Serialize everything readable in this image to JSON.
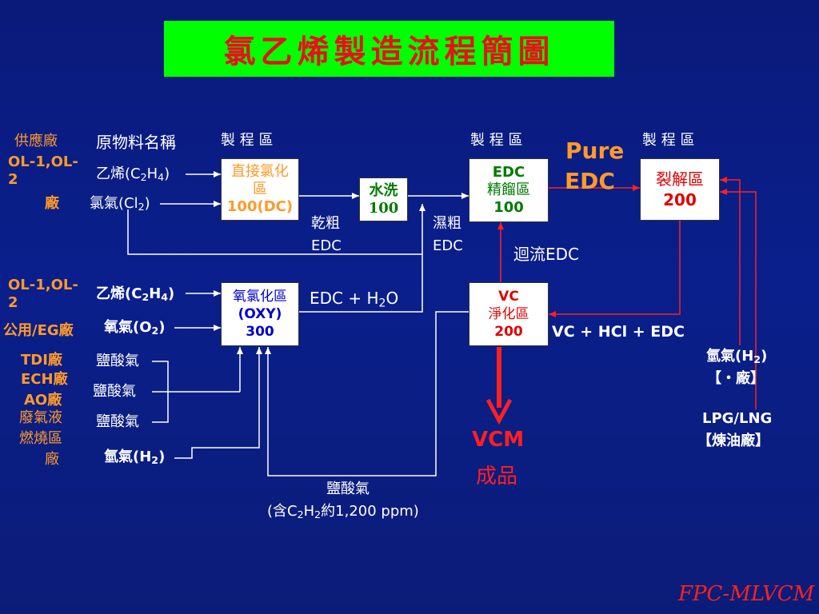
{
  "title": "氯乙烯製造流程簡圖",
  "headers": {
    "supplier": "供應廠",
    "raw_material_name": "原物料名稱",
    "process_area_1": "製 程 區",
    "process_area_2": "製 程 區",
    "process_area_3": "製 程 區"
  },
  "suppliers": {
    "s1_line1": "OL-1,OL-2",
    "s1_line2": "廠",
    "s2": "OL-1,OL-2",
    "s3": "公用/EG廠",
    "s4_line1": "TDI廠",
    "s4_line2": "ECH廠",
    "s4_line3": "AO廠",
    "s5_line1": "廢氣液",
    "s5_line2": "燃燒區",
    "s5_line3": "廠"
  },
  "materials": {
    "ethylene_1": "乙烯(C2H4)",
    "chlorine": "氯氣(Cl2)",
    "ethylene_2": "乙烯(C2H4)",
    "oxygen": "氧氣(O2)",
    "hcl_1": "鹽酸氣",
    "hcl_2": "鹽酸氣",
    "hcl_3": "鹽酸氣",
    "hydrogen": "氫氣(H2)"
  },
  "boxes": {
    "dc_line1": "直接氯化",
    "dc_line2": "區",
    "dc_line3": "100(DC)",
    "wash_line1": "水洗",
    "wash_line2": "100",
    "edc_line1": "EDC",
    "edc_line2": "精餾區",
    "edc_line3": "100",
    "crack_line1": "裂解區",
    "crack_line2": "200",
    "oxy_line1": "氧氯化區",
    "oxy_line2": "(OXY)",
    "oxy_line3": "300",
    "vc_line1": "VC",
    "vc_line2": "淨化區",
    "vc_line3": "200"
  },
  "flows": {
    "dry_crude_1": "乾粗",
    "dry_crude_2": "EDC",
    "wet_crude_1": "濕粗",
    "wet_crude_2": "EDC",
    "pure_1": "Pure",
    "pure_2": "EDC",
    "reflux": "迴流EDC",
    "edc_h2o": "EDC + H2O",
    "vc_hcl_edc": "VC + HCl + EDC",
    "h2_out": "氫氣(H2)",
    "h2_out_src": "【・廠】",
    "lpg": "LPG/LNG",
    "lpg_src": "【煉油廠】",
    "vcm_1": "VCM",
    "vcm_2": "成品",
    "hcl_return_1": "鹽酸氣",
    "hcl_return_2": "(含C2H2約1,200 ppm)"
  },
  "footer": "FPC-MLVCM",
  "colors": {
    "background": "#0a1a7a",
    "title_bg": "#00ff00",
    "title_text": "#e8101a",
    "supplier_text": "#ff9a2a",
    "red_line": "#ff2020",
    "white_line": "#ffffff",
    "green_box_text": "#007a00",
    "orange_box_text": "#ff9a2a",
    "blue_box_text": "#0000cc",
    "red_box_text": "#e00000"
  }
}
